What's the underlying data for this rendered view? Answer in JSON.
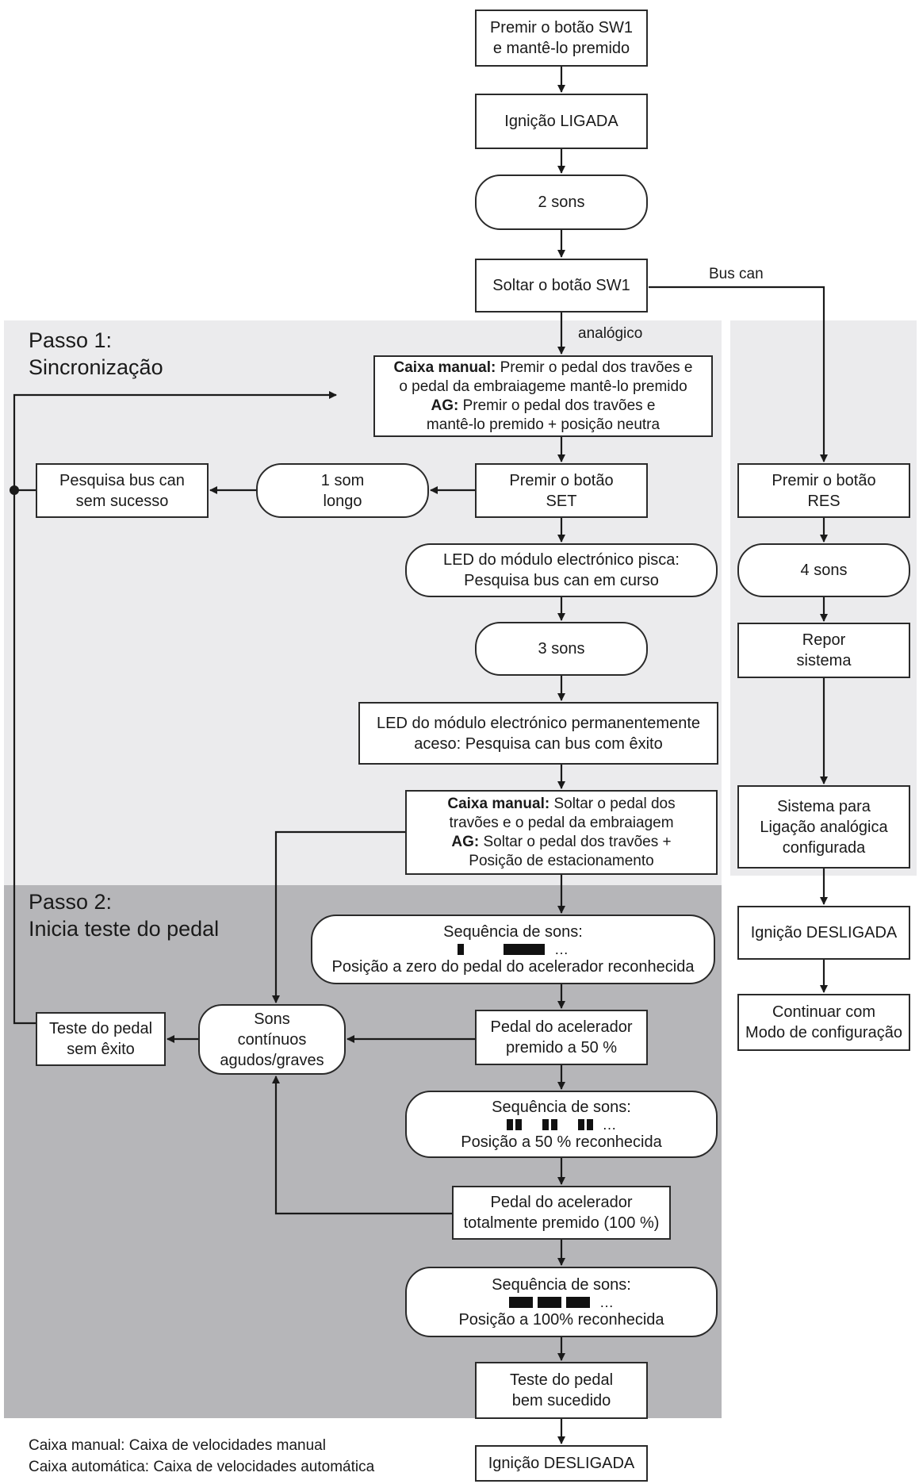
{
  "step1": {
    "title_line1": "Passo 1:",
    "title_line2": "Sincronização"
  },
  "step2": {
    "title_line1": "Passo 2:",
    "title_line2": "Inicia teste do pedal"
  },
  "nodes": {
    "press_sw1": {
      "l1": "Premir o botão SW1",
      "l2": "e mantê-lo premido"
    },
    "ignition_on": "Ignição LIGADA",
    "two_sounds": "2 sons",
    "release_sw1": "Soltar o botão SW1",
    "pedals": {
      "l1_bold": "Caixa manual:",
      "l1_rest": " Premir o pedal dos travões e",
      "l2": "o pedal da embraiageme mantê-lo premido",
      "l3_bold": "AG:",
      "l3_rest": " Premir o pedal dos travões e",
      "l4": "mantê-lo premido + posição neutra"
    },
    "search_fail": {
      "l1": "Pesquisa bus can",
      "l2": "sem sucesso"
    },
    "one_long": {
      "l1": "1 som",
      "l2": "longo"
    },
    "press_set": {
      "l1": "Premir o botão",
      "l2": "SET"
    },
    "led_blink": {
      "l1": "LED do módulo electrónico pisca:",
      "l2": "Pesquisa bus can em curso"
    },
    "three_sounds": "3 sons",
    "led_on": {
      "l1": "LED do módulo electrónico permanentemente",
      "l2": "aceso: Pesquisa can bus com êxito"
    },
    "release_pedals": {
      "l1_bold": "Caixa manual:",
      "l1_rest": " Soltar o pedal dos",
      "l2": "travões e o pedal da embraiagem",
      "l3_bold": "AG:",
      "l3_rest": " Soltar o pedal dos travões +",
      "l4": "Posição de estacionamento"
    },
    "seq_zero": {
      "l1": "Sequência de sons:",
      "dots": "…",
      "l3": "Posição a zero do pedal do acelerador reconhecida"
    },
    "pedal_fail": {
      "l1": "Teste do pedal",
      "l2": "sem êxito"
    },
    "continuous": {
      "l1": "Sons",
      "l2": "contínuos",
      "l3": "agudos/graves"
    },
    "pedal_50": {
      "l1": "Pedal do acelerador",
      "l2": "premido a 50 %"
    },
    "seq_50": {
      "l1": "Sequência de sons:",
      "dots": "…",
      "l3": "Posição a 50 % reconhecida"
    },
    "pedal_100": {
      "l1": "Pedal do acelerador",
      "l2": "totalmente premido (100 %)"
    },
    "seq_100": {
      "l1": "Sequência de sons:",
      "dots": "…",
      "l3": "Posição a 100% reconhecida"
    },
    "test_ok": {
      "l1": "Teste do pedal",
      "l2": "bem sucedido"
    },
    "ignition_off_left": "Ignição DESLIGADA",
    "press_res": {
      "l1": "Premir o botão",
      "l2": "RES"
    },
    "four_sounds": "4 sons",
    "reset_system": {
      "l1": "Repor",
      "l2": "sistema"
    },
    "analog_config": {
      "l1": "Sistema para",
      "l2": "Ligação analógica",
      "l3": "configurada"
    },
    "ignition_off_right": "Ignição DESLIGADA",
    "continue_config": {
      "l1": "Continuar com",
      "l2": "Modo de configuração"
    }
  },
  "transitions": {
    "bus_can": "Bus can",
    "analog": "analógico"
  },
  "legend": {
    "line1": "Caixa manual: Caixa de velocidades manual",
    "line2": "Caixa automática: Caixa de velocidades automática"
  }
}
